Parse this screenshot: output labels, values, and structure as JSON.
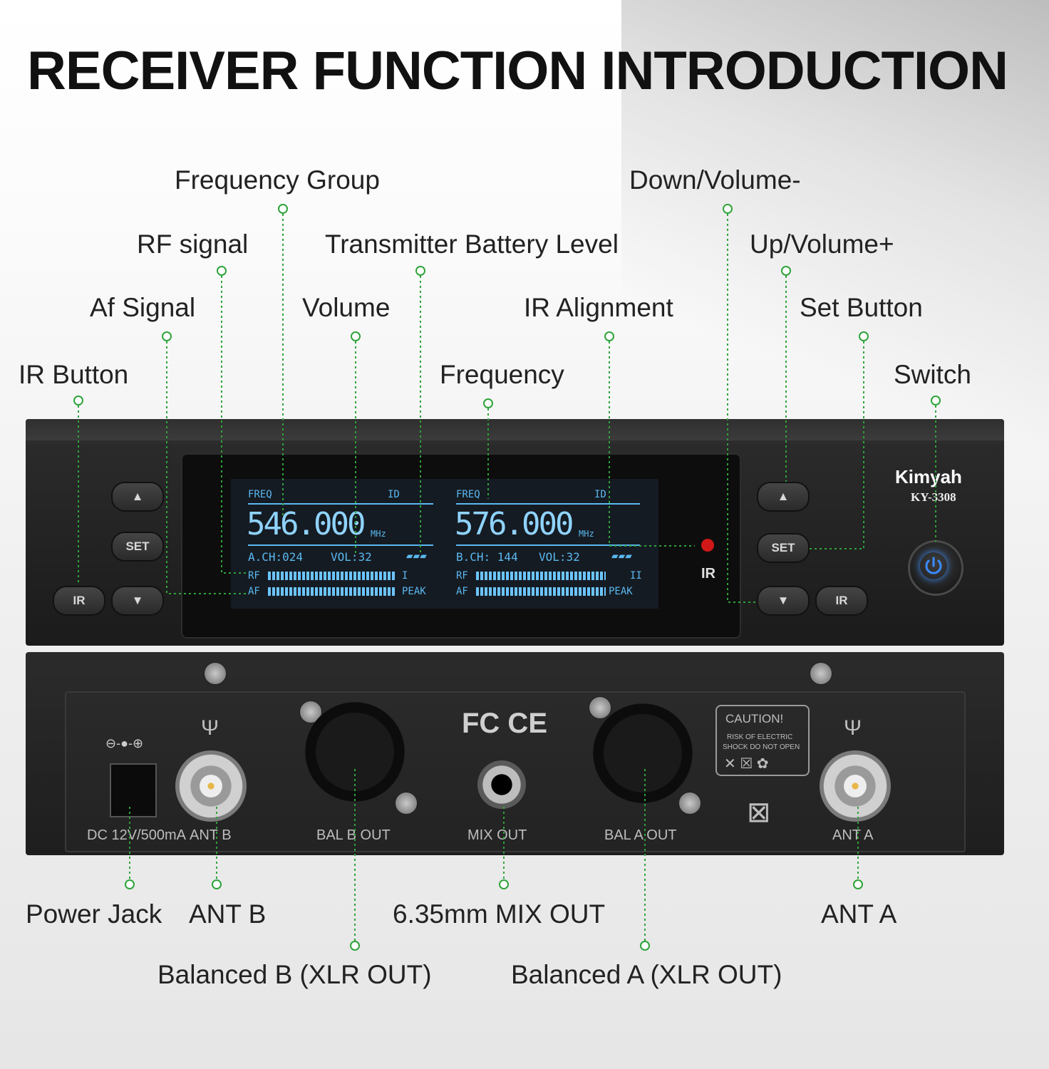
{
  "headline": "RECEIVER FUNCTION INTRODUCTION",
  "callouts": {
    "frequency_group": "Frequency Group",
    "down_volume": "Down/Volume-",
    "rf_signal": "RF signal",
    "battery_level": "Transmitter Battery Level",
    "up_volume": "Up/Volume+",
    "af_signal": "Af Signal",
    "volume": "Volume",
    "ir_alignment": "IR Alignment",
    "set_button": "Set Button",
    "ir_button": "IR Button",
    "frequency": "Frequency",
    "switch": "Switch",
    "power_jack": "Power Jack",
    "ant_b": "ANT B",
    "mix_out": "6.35mm MIX OUT",
    "ant_a": "ANT A",
    "balanced_b": "Balanced B (XLR OUT)",
    "balanced_a": "Balanced A (XLR OUT)"
  },
  "front_panel": {
    "brand": "Kimyah",
    "model": "KY-3308",
    "buttons": {
      "up": "▲",
      "set": "SET",
      "down": "▼",
      "ir": "IR"
    },
    "ir_window_label": "IR",
    "led_color": "#d01818",
    "power_glow": "#3a8cff",
    "channel_a": {
      "freq_label": "FREQ",
      "id_label": "ID",
      "frequency": "546.000",
      "unit": "MHz",
      "channel": "A.CH:024",
      "volume": "VOL:32",
      "rf": "RF",
      "af": "AF",
      "channel_index": "I",
      "peak": "PEAK"
    },
    "channel_b": {
      "freq_label": "FREQ",
      "id_label": "ID",
      "frequency": "576.000",
      "unit": "MHz",
      "channel": "B.CH: 144",
      "volume": "VOL:32",
      "rf": "RF",
      "af": "AF",
      "channel_index": "II",
      "peak": "PEAK"
    }
  },
  "rear_panel": {
    "dc": "DC 12V/500mA",
    "ant_b": "ANT B",
    "bal_b": "BAL B OUT",
    "mix": "MIX OUT",
    "bal_a": "BAL A OUT",
    "ant_a": "ANT A",
    "certs": "FC CE",
    "caution_title": "CAUTION!",
    "caution_line1": "RISK OF ELECTRIC",
    "caution_line2": "SHOCK DO NOT OPEN"
  },
  "leader_color": "#2ea33a"
}
